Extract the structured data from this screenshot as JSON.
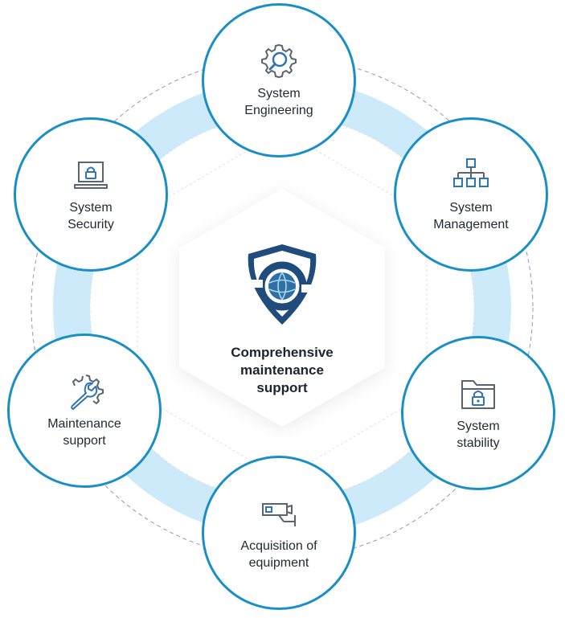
{
  "center": {
    "label": "Comprehensive\nmaintenance\nsupport",
    "icon": "shield-globe-icon"
  },
  "nodes": [
    {
      "id": "system-engineering",
      "label": "System\nEngineering",
      "icon": "gear-search-icon"
    },
    {
      "id": "system-management",
      "label": "System\nManagement",
      "icon": "hierarchy-icon"
    },
    {
      "id": "system-stability",
      "label": "System\nstability",
      "icon": "folder-lock-icon"
    },
    {
      "id": "acquisition-of-equipment",
      "label": "Acquisition of\nequipment",
      "icon": "cctv-camera-icon"
    },
    {
      "id": "maintenance-support",
      "label": "Maintenance\nsupport",
      "icon": "gear-wrench-icon"
    },
    {
      "id": "system-security",
      "label": "System\nSecurity",
      "icon": "laptop-lock-icon"
    }
  ],
  "colors": {
    "ring": "#cdeafa",
    "node_border": "#1a8fc7",
    "dashed_circle": "#8f96c8",
    "icon_stroke": "#59646f",
    "icon_accent": "#2f74b6",
    "shield_dark": "#1f4c7c",
    "shield_light": "#2f6fa6"
  }
}
